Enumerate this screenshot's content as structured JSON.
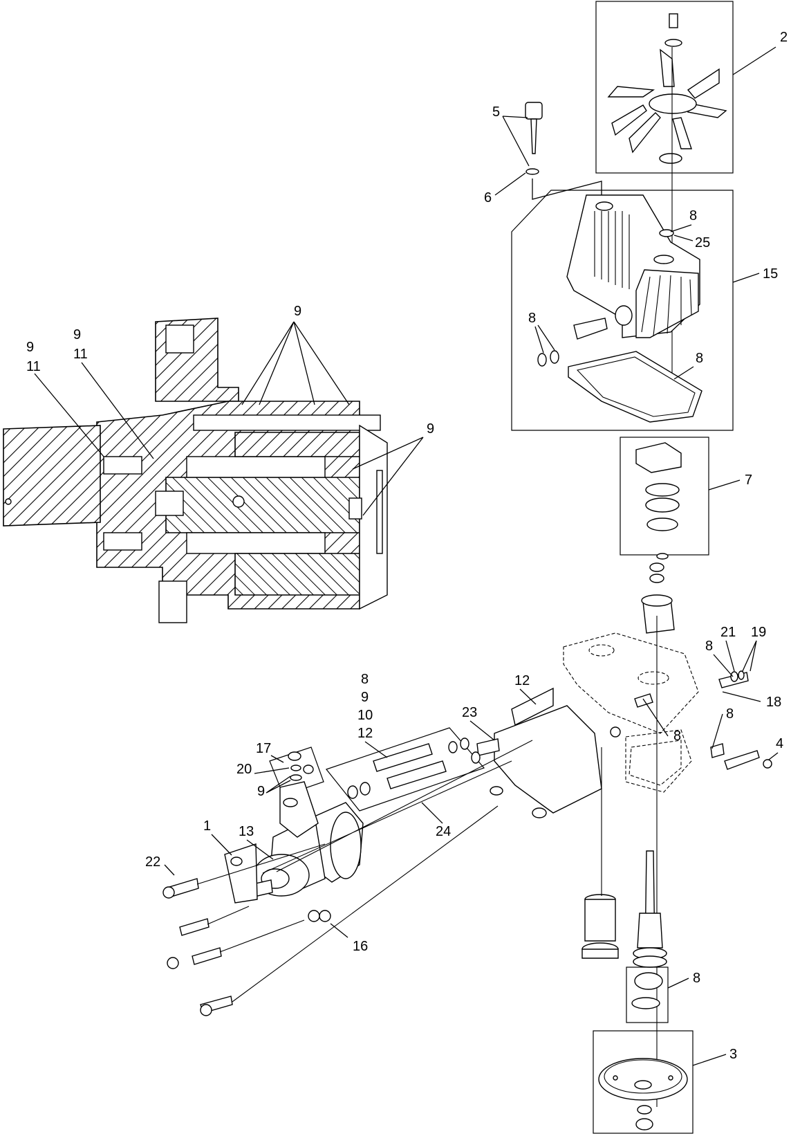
{
  "callouts": {
    "c1": "1",
    "c2": "2",
    "c3": "3",
    "c4": "4",
    "c5": "5",
    "c6": "6",
    "c7": "7",
    "c8a": "8",
    "c8b": "8",
    "c8c": "8",
    "c8d": "8",
    "c8e": "8",
    "c8f": "8",
    "c8g": "8",
    "c9a": "9",
    "c9b": "9",
    "c9c": "9",
    "c9d": "9",
    "c9e": "9",
    "c9f": "9",
    "c10": "10",
    "c11a": "11",
    "c11b": "11",
    "c12a": "12",
    "c12b": "12",
    "c13": "13",
    "c15": "15",
    "c16": "16",
    "c17": "17",
    "c18": "18",
    "c19": "19",
    "c20": "20",
    "c21": "21",
    "c22": "22",
    "c23": "23",
    "c24": "24",
    "c25": "25"
  },
  "icons": {
    "fan": "cooling-fan-icon",
    "housing": "finned-housing-icon",
    "pulley": "pulley-icon",
    "motor": "hydraulic-motor-icon",
    "section": "cross-section-view-icon"
  }
}
